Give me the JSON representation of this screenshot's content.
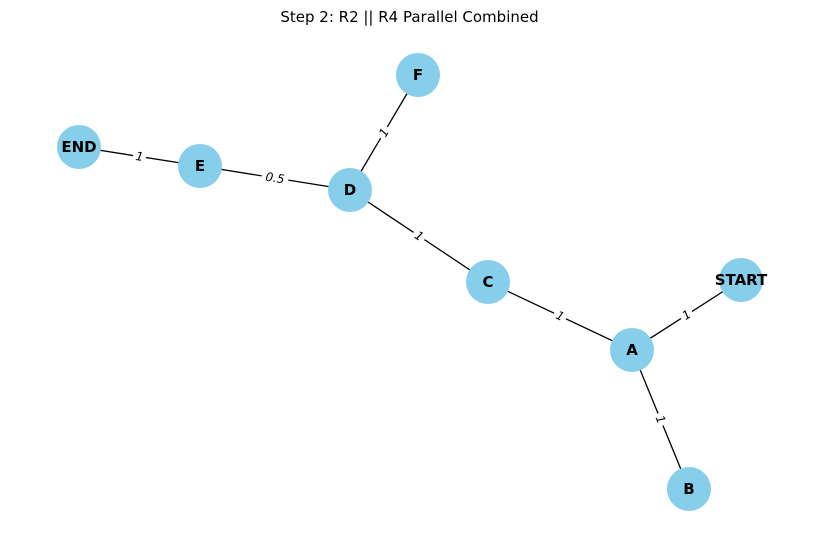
{
  "title": "Step 2: R2 || R4 Parallel Combined",
  "colors": {
    "node_fill": "#87CEEB",
    "edge": "#000000",
    "label_bg": "#ffffff"
  },
  "nodes": [
    {
      "id": "END",
      "label": "END"
    },
    {
      "id": "E",
      "label": "E"
    },
    {
      "id": "F",
      "label": "F"
    },
    {
      "id": "D",
      "label": "D"
    },
    {
      "id": "C",
      "label": "C"
    },
    {
      "id": "START",
      "label": "START"
    },
    {
      "id": "A",
      "label": "A"
    },
    {
      "id": "B",
      "label": "B"
    }
  ],
  "edges": [
    {
      "source": "END",
      "target": "E",
      "label": "1"
    },
    {
      "source": "E",
      "target": "D",
      "label": "0.5"
    },
    {
      "source": "D",
      "target": "F",
      "label": "1"
    },
    {
      "source": "D",
      "target": "C",
      "label": "1"
    },
    {
      "source": "C",
      "target": "A",
      "label": "1"
    },
    {
      "source": "A",
      "target": "START",
      "label": "1"
    },
    {
      "source": "A",
      "target": "B",
      "label": "1"
    }
  ]
}
